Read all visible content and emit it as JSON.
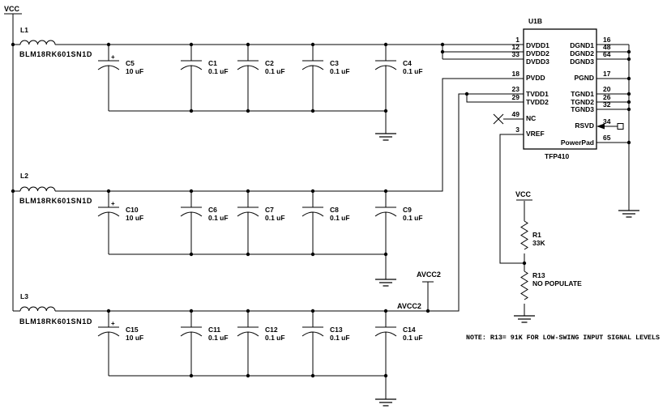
{
  "sheet": {
    "colors": {
      "ink": "#000000",
      "bg": "#ffffff"
    }
  },
  "power": {
    "vcc_top": "VCC",
    "vcc_bias": "VCC",
    "avcc2_flag": "AVCC2",
    "avcc2_net": "AVCC2"
  },
  "rows": [
    {
      "inductor_ref": "L1",
      "inductor_part": "BLM18RK601SN1D",
      "caps": [
        {
          "ref": "C5",
          "value": "10 uF",
          "polarity": "+"
        },
        {
          "ref": "C1",
          "value": "0.1 uF"
        },
        {
          "ref": "C2",
          "value": "0.1 uF"
        },
        {
          "ref": "C3",
          "value": "0.1 uF"
        },
        {
          "ref": "C4",
          "value": "0.1 uF"
        }
      ]
    },
    {
      "inductor_ref": "L2",
      "inductor_part": "BLM18RK601SN1D",
      "caps": [
        {
          "ref": "C10",
          "value": "10 uF",
          "polarity": "+"
        },
        {
          "ref": "C6",
          "value": "0.1 uF"
        },
        {
          "ref": "C7",
          "value": "0.1 uF"
        },
        {
          "ref": "C8",
          "value": "0.1 uF"
        },
        {
          "ref": "C9",
          "value": "0.1 uF"
        }
      ]
    },
    {
      "inductor_ref": "L3",
      "inductor_part": "BLM18RK601SN1D",
      "caps": [
        {
          "ref": "C15",
          "value": "10 uF",
          "polarity": "+"
        },
        {
          "ref": "C11",
          "value": "0.1 uF"
        },
        {
          "ref": "C12",
          "value": "0.1 uF"
        },
        {
          "ref": "C13",
          "value": "0.1 uF"
        },
        {
          "ref": "C14",
          "value": "0.1 uF"
        }
      ]
    }
  ],
  "chip": {
    "designator": "U1B",
    "part": "TFP410",
    "left_pins": [
      {
        "number": "1",
        "name": "DVDD1"
      },
      {
        "number": "12",
        "name": "DVDD2"
      },
      {
        "number": "33",
        "name": "DVDD3"
      },
      {
        "number": "18",
        "name": "PVDD"
      },
      {
        "number": "23",
        "name": "TVDD1"
      },
      {
        "number": "29",
        "name": "TVDD2"
      },
      {
        "number": "49",
        "name": "NC"
      },
      {
        "number": "3",
        "name": "VREF"
      }
    ],
    "right_pins": [
      {
        "number": "16",
        "name": "DGND1"
      },
      {
        "number": "48",
        "name": "DGND2"
      },
      {
        "number": "64",
        "name": "DGND3"
      },
      {
        "number": "17",
        "name": "PGND"
      },
      {
        "number": "20",
        "name": "TGND1"
      },
      {
        "number": "26",
        "name": "TGND2"
      },
      {
        "number": "32",
        "name": "TGND3"
      },
      {
        "number": "34",
        "name": "RSVD"
      },
      {
        "number": "65",
        "name": "PowerPad"
      }
    ]
  },
  "resistors": [
    {
      "ref": "R1",
      "value": "33K"
    },
    {
      "ref": "R13",
      "value": "NO POPULATE"
    }
  ],
  "note": "NOTE: R13= 91K FOR LOW-SWING INPUT SIGNAL LEVELS"
}
